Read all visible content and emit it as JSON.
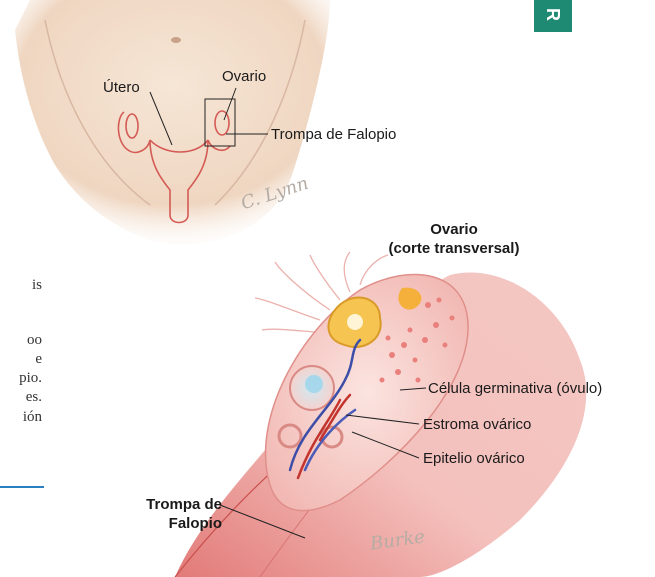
{
  "tab": {
    "letter": "R"
  },
  "labels": {
    "utero": "Útero",
    "ovario_top": "Ovario",
    "trompa_top": "Trompa de Falopio",
    "ovario_title_1": "Ovario",
    "ovario_title_2": "(corte transversal)",
    "celula": "Célula germinativa (óvulo)",
    "estroma": "Estroma ovárico",
    "epitelio": "Epitelio ovárico",
    "trompa_bottom_1": "Trompa de",
    "trompa_bottom_2": "Falopio"
  },
  "signatures": {
    "top": "C. Lynn",
    "bottom": "Burke"
  },
  "side_text": [
    "is",
    "",
    "oo",
    "e",
    "pio.",
    "es.",
    "ión"
  ],
  "colors": {
    "tab": "#1f8a74",
    "skin": "#f2ddcb",
    "organ": "#d9544f",
    "tissue": "#f0b8b6",
    "accent_line": "#2a7fc0"
  }
}
